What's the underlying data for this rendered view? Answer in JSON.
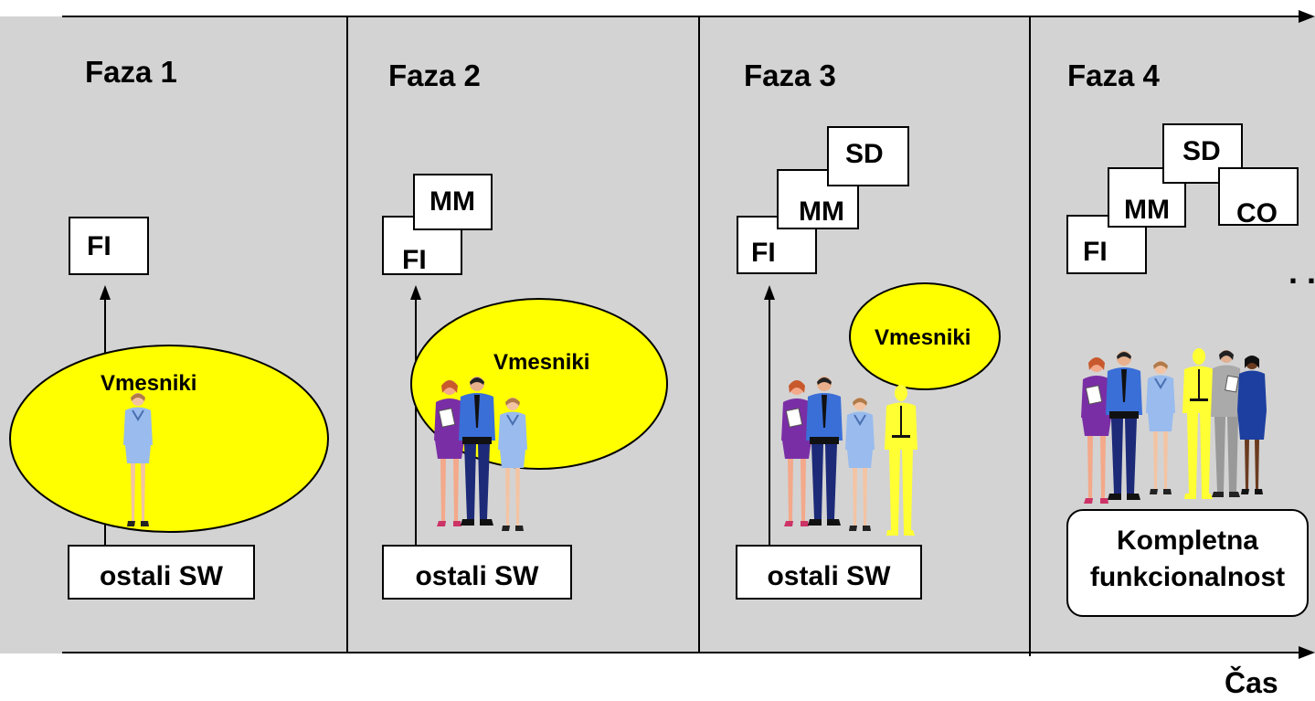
{
  "colors": {
    "background": "#d3d3d3",
    "bubble": "#ffff00",
    "box_fill": "#ffffff",
    "line": "#000000"
  },
  "time_axis": {
    "label": "Čas"
  },
  "phases": [
    {
      "title": "Faza 1",
      "modules": [
        "FI"
      ],
      "bubble": "Vmesniki",
      "bottom": "ostali SW"
    },
    {
      "title": "Faza 2",
      "modules": [
        "FI",
        "MM"
      ],
      "bubble": "Vmesniki",
      "bottom": "ostali SW"
    },
    {
      "title": "Faza 3",
      "modules": [
        "FI",
        "MM",
        "SD"
      ],
      "bubble": "Vmesniki",
      "bottom": "ostali SW"
    },
    {
      "title": "Faza 4",
      "modules": [
        "FI",
        "MM",
        "SD",
        "CO"
      ],
      "bottom_line1": "Kompletna",
      "bottom_line2": "funkcionalnost",
      "more": ". ."
    }
  ],
  "icons": [
    "businesswoman-icon",
    "businessman-icon",
    "silhouette-person-icon"
  ]
}
